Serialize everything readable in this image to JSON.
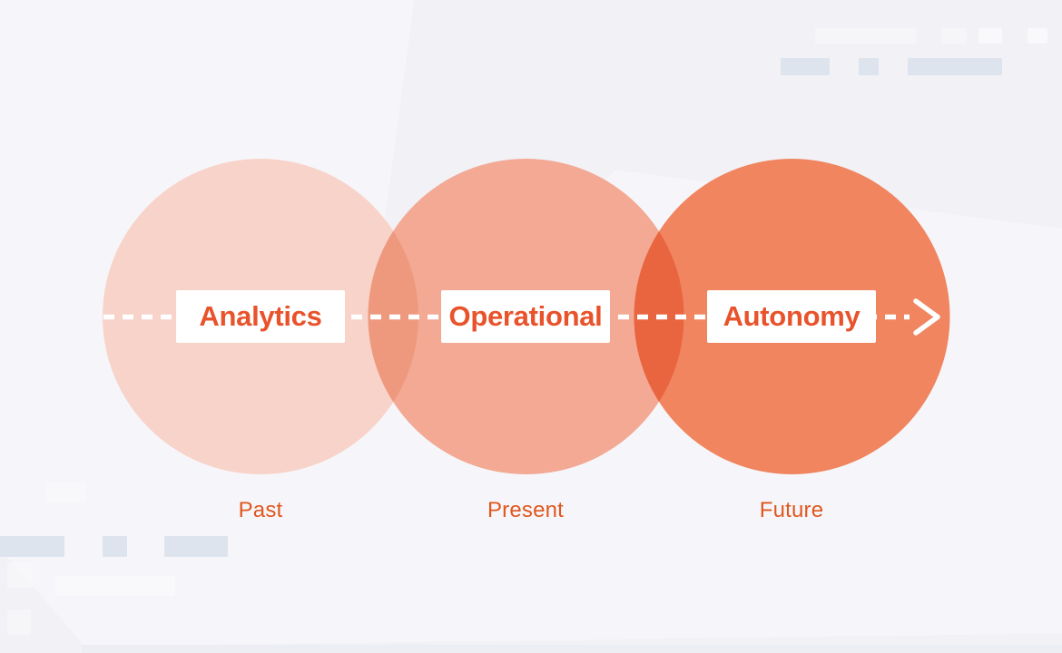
{
  "diagram": {
    "stages": [
      {
        "label": "Analytics",
        "timeframe": "Past",
        "circle_color": "#f8d3ca"
      },
      {
        "label": "Operational",
        "timeframe": "Present",
        "circle_color": "#f3a994"
      },
      {
        "label": "Autonomy",
        "timeframe": "Future",
        "circle_color": "#f0855f"
      }
    ],
    "overlaps": [
      {
        "between": "Analytics-Operational",
        "color": "#ee997e"
      },
      {
        "between": "Operational-Autonomy",
        "color": "#e96540"
      }
    ],
    "label_box": {
      "background": "#ffffff",
      "text_color": "#e8532b"
    },
    "timeframe_text_color": "#e0571f",
    "timeline_arrow": {
      "style": "dashed",
      "direction": "right",
      "color": "#ffffff"
    }
  },
  "background": {
    "base_color": "#f1f1f6",
    "highlight_color": "#f6f6fa",
    "skeleton_colors": {
      "gray": "#dee4ee",
      "white": "#f9f9fc"
    }
  }
}
